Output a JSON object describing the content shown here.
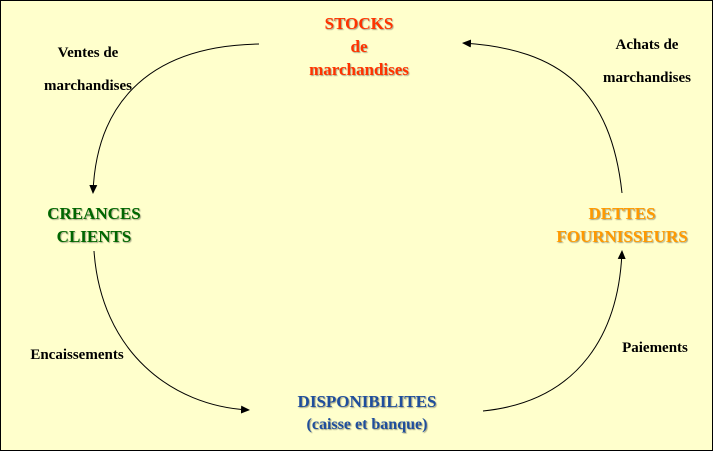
{
  "nodes": {
    "stocks": {
      "line1": "STOCKS",
      "line2": "de",
      "line3": "marchandises",
      "color": "#ff3300"
    },
    "creances": {
      "line1": "CREANCES",
      "line2": "CLIENTS",
      "color": "#006600"
    },
    "dettes": {
      "line1": "DETTES",
      "line2": "FOURNISSEURS",
      "color": "#ff9900"
    },
    "disponibilites": {
      "line1": "DISPONIBILITES",
      "line2": "(caisse et banque)",
      "color": "#1f4e9c"
    }
  },
  "labels": {
    "ventes": {
      "line1": "Ventes de",
      "line2": "marchandises"
    },
    "achats": {
      "line1": "Achats de",
      "line2": "marchandises"
    },
    "encaissements": "Encaissements",
    "paiements": "Paiements"
  }
}
